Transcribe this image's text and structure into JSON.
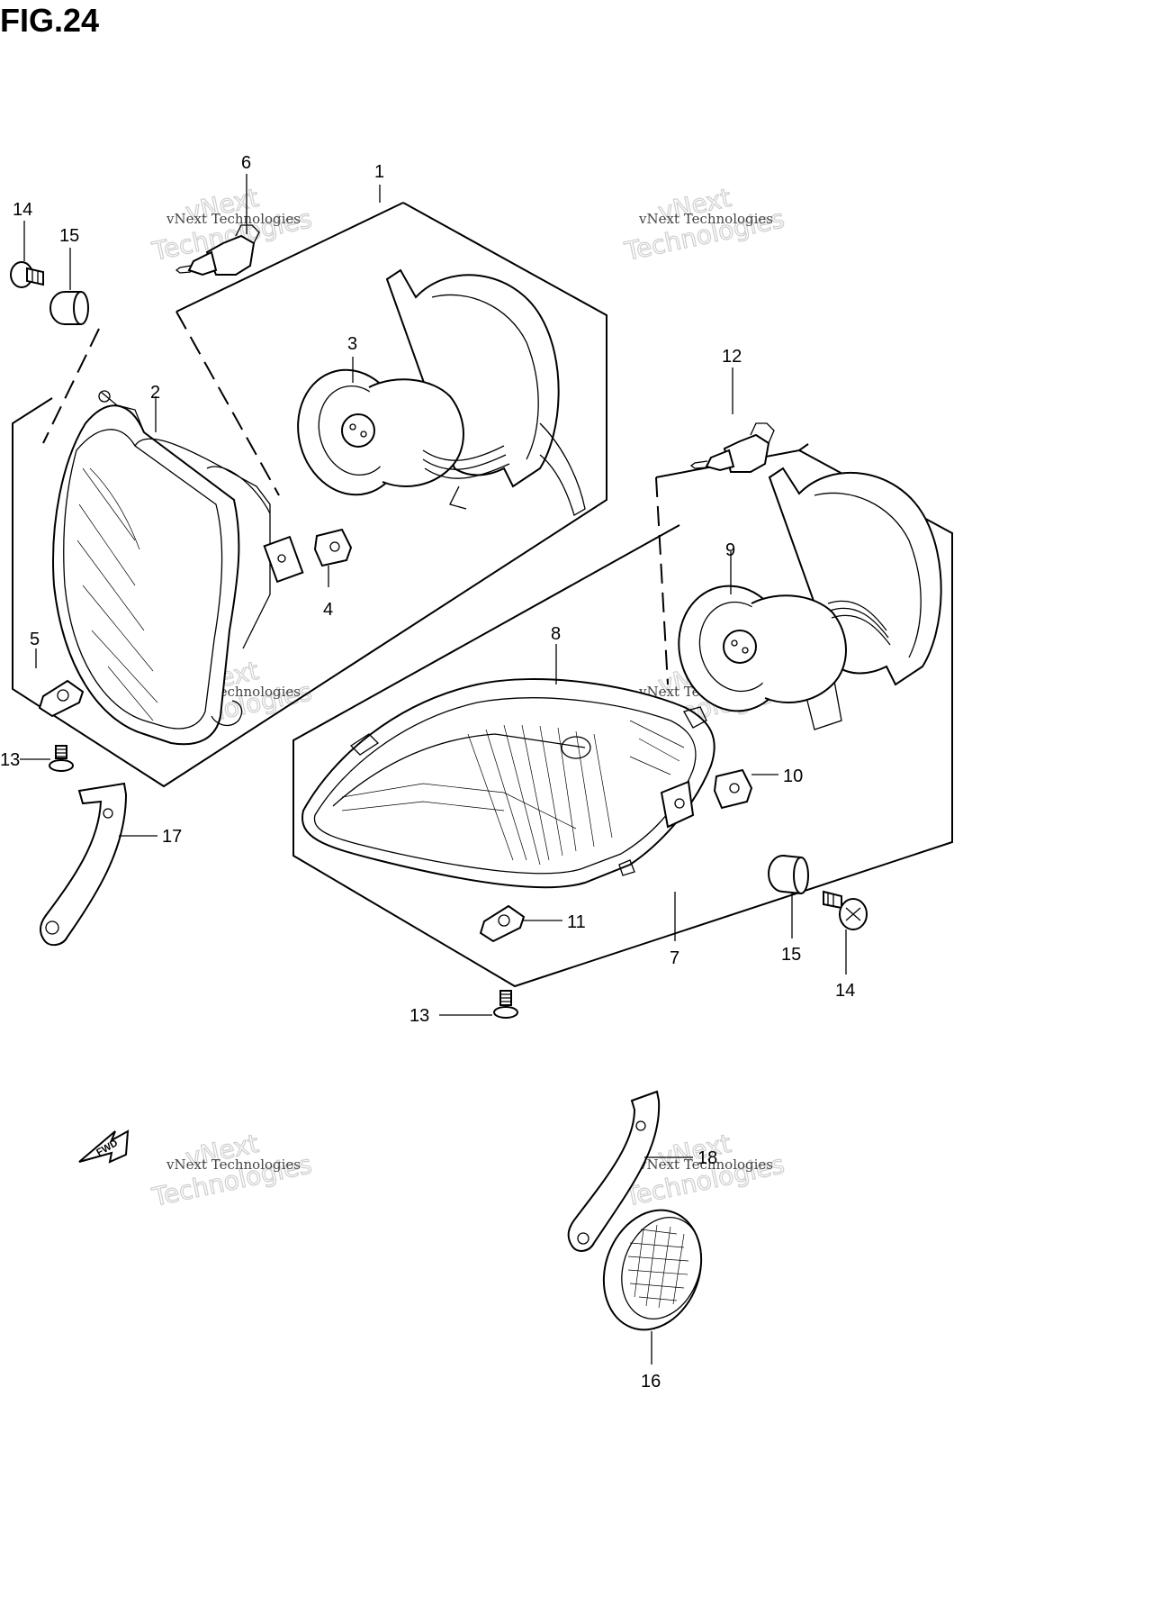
{
  "figure": {
    "title": "FIG.24"
  },
  "callouts": {
    "c1": "1",
    "c2": "2",
    "c3": "3",
    "c4": "4",
    "c5": "5",
    "c6": "6",
    "c7": "7",
    "c8": "8",
    "c9": "9",
    "c10": "10",
    "c11": "11",
    "c12": "12",
    "c13a": "13",
    "c13b": "13",
    "c14a": "14",
    "c14b": "14",
    "c15a": "15",
    "c15b": "15",
    "c16": "16",
    "c17": "17",
    "c18": "18"
  },
  "fwd_label": "FWD",
  "watermark": {
    "line1": "vNext Technologies",
    "line2": "Technologies",
    "line3": "vNext"
  }
}
